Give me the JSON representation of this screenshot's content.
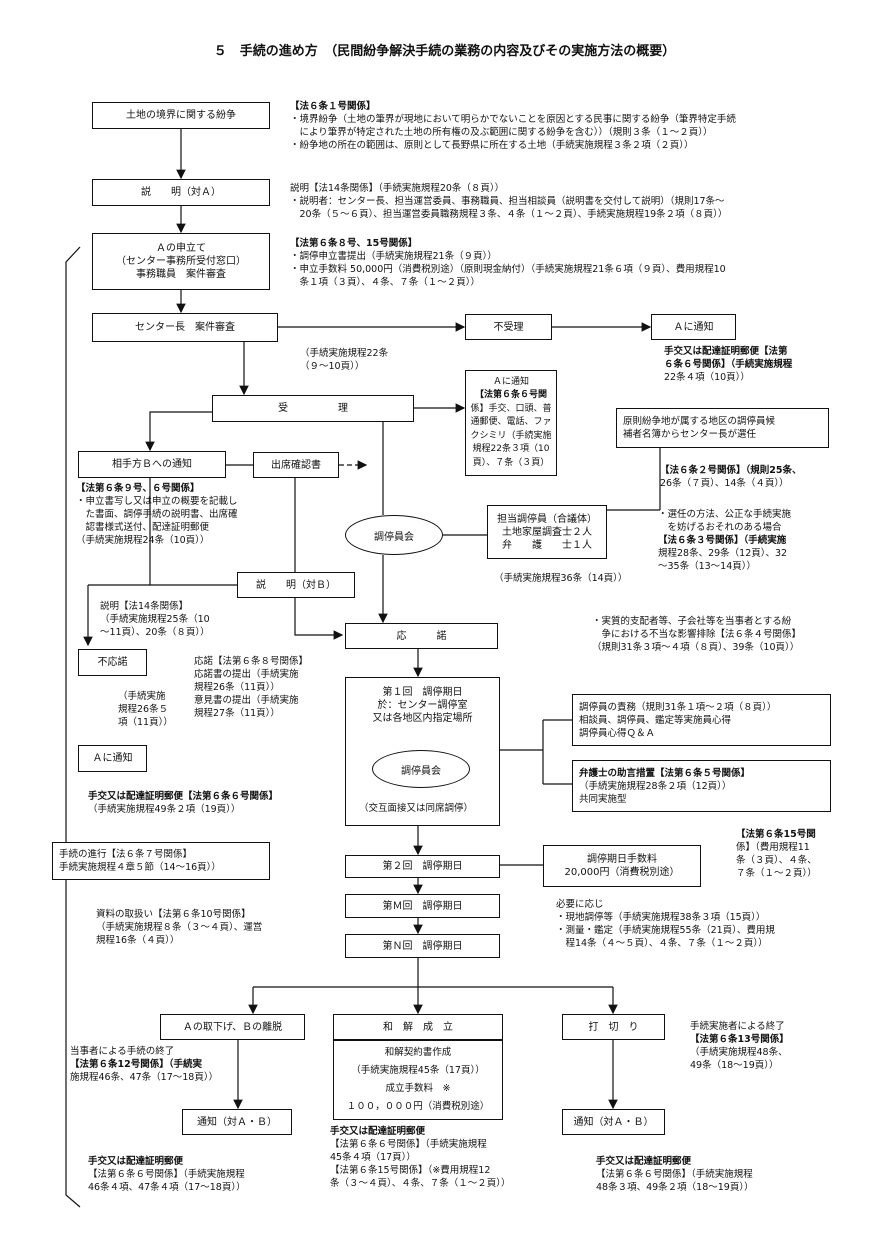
{
  "title": "５　手続の進め方　（民間紛争解決手続の業務の内容及びその実施方法の概要）",
  "boxes": {
    "dispute": "土地の境界に関する紛争",
    "explain_a": "説　　明（対Ａ）",
    "application": [
      "Ａの申立て",
      "（センター事務所受付窓口）",
      "事務職員　案件審査"
    ],
    "director": "センター長　案件審査",
    "reject": "不受理",
    "notify_a1": "Ａに通知",
    "accept": "受　　　　　理",
    "notify_a2": [
      "Ａに通知",
      "【法第６条６号関",
      "係】手交、口頭、普",
      "通郵便、電話、ファ",
      "クシミリ（手続実施",
      "規程22条３項（10",
      "頁）、７条（３頁）"
    ],
    "mediator_select": [
      "原則紛争地が属する地区の調停員候",
      "補者名簿からセンター長が選任"
    ],
    "notify_b": "相手方Ｂへの通知",
    "attend": "出席確認書",
    "mediators": [
      "担当調停員（合議体）",
      "土地家屋調査士２人",
      "弁　　護　　士１人"
    ],
    "committee1": "調停員会",
    "explain_b": "説　　明（対Ｂ）",
    "respond": "応　　　諾",
    "noreply": "不応諾",
    "notify_a3": "Ａに通知",
    "session1": [
      "第１回　調停期日",
      "於：センター調停室",
      "又は各地区内指定場所"
    ],
    "committee2": "調停員会",
    "session1_mode": "（交互面接又は同席調停）",
    "duties": [
      "調停員の責務（規則31条１項～２項（８頁））",
      "相談員、調停員、鑑定等実施員心得",
      "調停員心得Ｑ＆Ａ"
    ],
    "lawyer": [
      "弁護士の助言措置【法第６条５号関係】",
      "（手続実施規程28条２項（12頁））",
      "共同実施型"
    ],
    "progress": [
      "手続の進行【法６条７号関係】",
      "手続実施規程４章５節（14～16頁））"
    ],
    "session2": "第２回　調停期日",
    "fee": [
      "調停期日手数料",
      "20,000円（消費税別途）"
    ],
    "sessionm": "第Ｍ回　調停期日",
    "sessionn": "第Ｎ回　調停期日",
    "withdraw": "Ａの取下げ、Ｂの離脱",
    "settle": "和　解　成　立",
    "settle_detail": [
      "和解契約書作成",
      "（手続実施規程45条（17頁））",
      "成立手数料　※",
      "１００，０００円（消費税別途）"
    ],
    "terminate": "打　切　り",
    "notify_ab1": "通知（対Ａ・Ｂ）",
    "notify_ab2": "通知（対Ａ・Ｂ）"
  },
  "notes": {
    "law6_1": [
      "【法６条１号関係】",
      "・境界紛争（土地の筆界が現地において明らかでないことを原因とする民事に関する紛争（筆界特定手続",
      "　により筆界が特定された土地の所有権の及ぶ範囲に関する紛争を含む））（規則３条（１～２頁））",
      "・紛争地の所在の範囲は、原則として長野県に所在する土地（手続実施規程３条２項（２頁））"
    ],
    "law14_a": [
      "説明【法14条関係】（手続実施規程20条（８頁））",
      "・説明者：センター長、担当運営委員、事務職員、担当相談員（説明書を交付して説明）（規則17条～",
      "　20条（５～６頁）、担当運営委員職務規程３条、４条（１～２頁）、手続実施規程19条２項（８頁））"
    ],
    "law6_8": [
      "【法第６条８号、15号関係】",
      "・調停申立書提出（手続実施規程21条（９頁））",
      "・申立手数料 50,000円（消費税別途）（原則現金納付）（手続実施規程21条６項（９頁）、費用規程10",
      "　条１項（３頁）、４条、７条（１～２頁））"
    ],
    "reject_mail": [
      "手交又は配達証明郵便【法第",
      "６条６号関係】（手続実施規程",
      "22条４項（10頁））"
    ],
    "rule22": [
      "（手続実施規程22条",
      "（９～10頁））"
    ],
    "law6_2": [
      "【法６条２号関係】（規則25条、",
      "26条（７頁）、14条（４頁））"
    ],
    "law6_3": [
      "・選任の方法、公正な手続実施",
      "　を妨げるおそれのある場合",
      "【法６条３号関係】（手続実施",
      "規程28条、29条（12頁）、32",
      "～35条（13～14頁））"
    ],
    "law6_9": [
      "【法第６条９号、６号関係】",
      "・申立書写し又は申立の概要を記載し",
      "　た書面、調停手続の説明書、出席確",
      "　認書様式送付、配達証明郵便",
      "（手続実施規程24条（10頁））"
    ],
    "rule36": "（手続実施規程36条（14頁））",
    "law14_b": [
      "説明【法14条関係】",
      "（手続実施規程25条（10",
      "～11頁）、20条（８頁））"
    ],
    "law6_4": [
      "・実質的支配者等、子会社等を当事者とする紛",
      "　争における不当な影響排除【法６条４号関係】",
      "（規則31条３項～４項（８頁）、39条（10頁））"
    ],
    "law6_8b": [
      "応諾【法第６条８号関係】",
      "応諾書の提出（手続実施",
      "規程26条（11頁））",
      "意見書の提出（手続実施",
      "規程27条（11頁））"
    ],
    "rule26": [
      "（手続実施",
      "規程26条５",
      "項（11頁））"
    ],
    "noreply_mail": [
      "手交又は配達証明郵便【法第６条６号関係】",
      "（手続実施規程49条２項（19頁））"
    ],
    "law6_15": [
      "【法第６条15号関",
      "係】（費用規程11",
      "条（３頁）、４条、",
      "７条（１～２頁））"
    ],
    "law6_10": [
      "資料の取扱い【法第６条10号関係】",
      "（手続実施規程８条（３～４頁）、運営",
      "規程16条（４頁））"
    ],
    "as_needed": [
      "必要に応じ",
      "・現地調停等（手続実施規程38条３項（15頁））",
      "・測量・鑑定（手続実施規程55条（21頁）、費用規",
      "　程14条（４～５頁）、４条、７条（１～２頁））"
    ],
    "law6_12": [
      "当事者による手続の終了",
      "【法第６条12号関係】（手続実",
      "施規程46条、47条（17～18頁））"
    ],
    "law6_13": [
      "手続実施者による終了",
      "【法第６条13号関係】",
      "（手続実施規程48条、",
      "49条（18～19頁））"
    ],
    "mail_left": [
      "手交又は配達証明郵便",
      "【法第６条６号関係】（手続実施規程",
      "46条４項、47条４項（17～18頁））"
    ],
    "mail_center": [
      "手交又は配達証明郵便",
      "【法第６条６号関係】（手続実施規程",
      "45条４項（17頁））",
      "【法第６条15号関係】（※費用規程12",
      "条（３～４頁）、４条、７条（１～２頁））"
    ],
    "mail_right": [
      "手交又は配達証明郵便",
      "【法第６条６号関係】（手続実施規程",
      "48条３項、49条２項（18～19頁））"
    ]
  },
  "colors": {
    "line": "#111111",
    "background": "#ffffff"
  }
}
